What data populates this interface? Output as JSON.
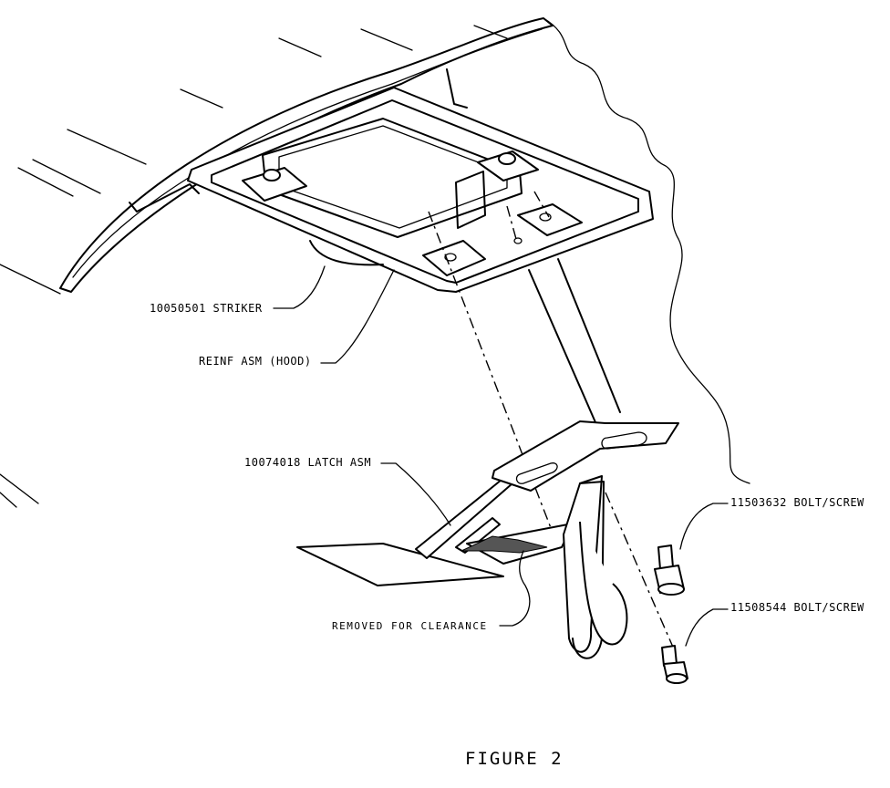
{
  "labels": {
    "striker": "10050501 STRIKER",
    "reinf": "REINF ASM (HOOD)",
    "latch": "10074018 LATCH ASM",
    "bolt1": "11503632 BOLT/SCREW",
    "bolt2": "11508544 BOLT/SCREW",
    "removed": "REMOVED FOR CLEARANCE"
  },
  "caption": "FIGURE 2"
}
